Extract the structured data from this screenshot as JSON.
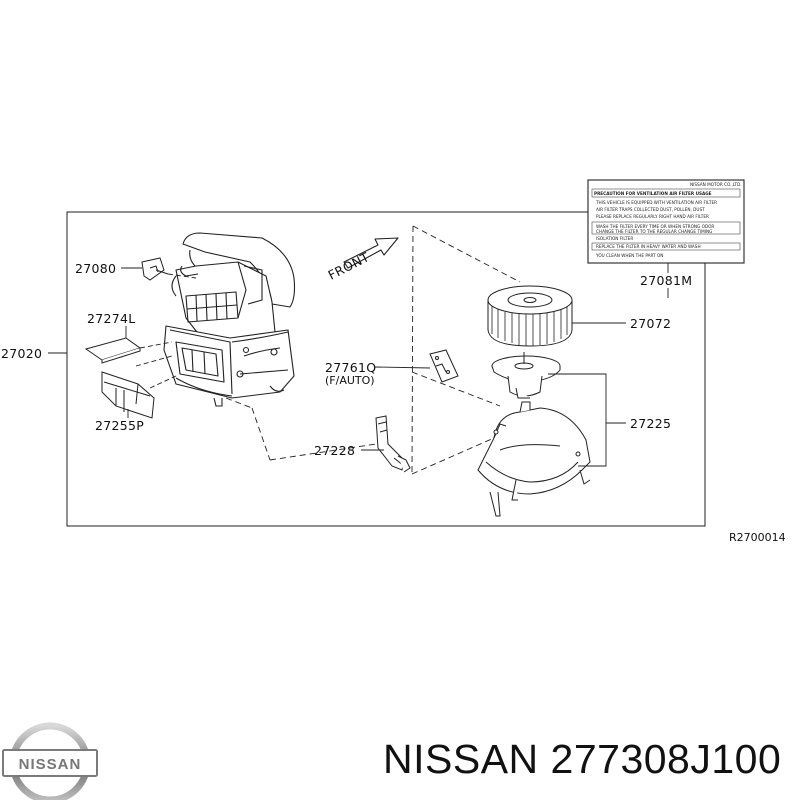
{
  "parts": {
    "p27020": "27020",
    "p27080": "27080",
    "p27274L": "27274L",
    "p27255P": "27255P",
    "p27761Q": "27761Q",
    "p27761Q_sub": "(F/AUTO)",
    "p27228": "27228",
    "p27072": "27072",
    "p27225": "27225",
    "p27081M": "27081M"
  },
  "front_label": "FRONT",
  "diagram_ref": "R2700014",
  "caution_label": {
    "maker": "NISSAN MOTOR CO.,LTD.",
    "title": "PRECAUTION FOR VENTILATION AIR FILTER USAGE",
    "lines": [
      "THIS VEHICLE IS EQUIPPED WITH VENTILATION AIR FILTER",
      "AIR FILTER TRAPS COLLECTED DUST, POLLEN, DUST",
      "PLEASE REPLACE REGULARLY RIGHT HAND AIR FILTER",
      "WASH THE FILTER EVERY TIME OR WHEN STRONG ODOR",
      "CHANGE THE FILTER TO THE REGULAR CHANGE TIMING",
      "ISOLATION FILTER",
      "REPLACE THE FILTER IN HEAVY WATER AND WASH",
      "YOU CLEAN WHEN THE PART ON"
    ]
  },
  "logo": {
    "text": "NISSAN"
  },
  "caption": "NISSAN 277308J100",
  "colors": {
    "line": "#222222",
    "logo_metal": "#8a8a8a",
    "logo_band": "#ffffff"
  }
}
